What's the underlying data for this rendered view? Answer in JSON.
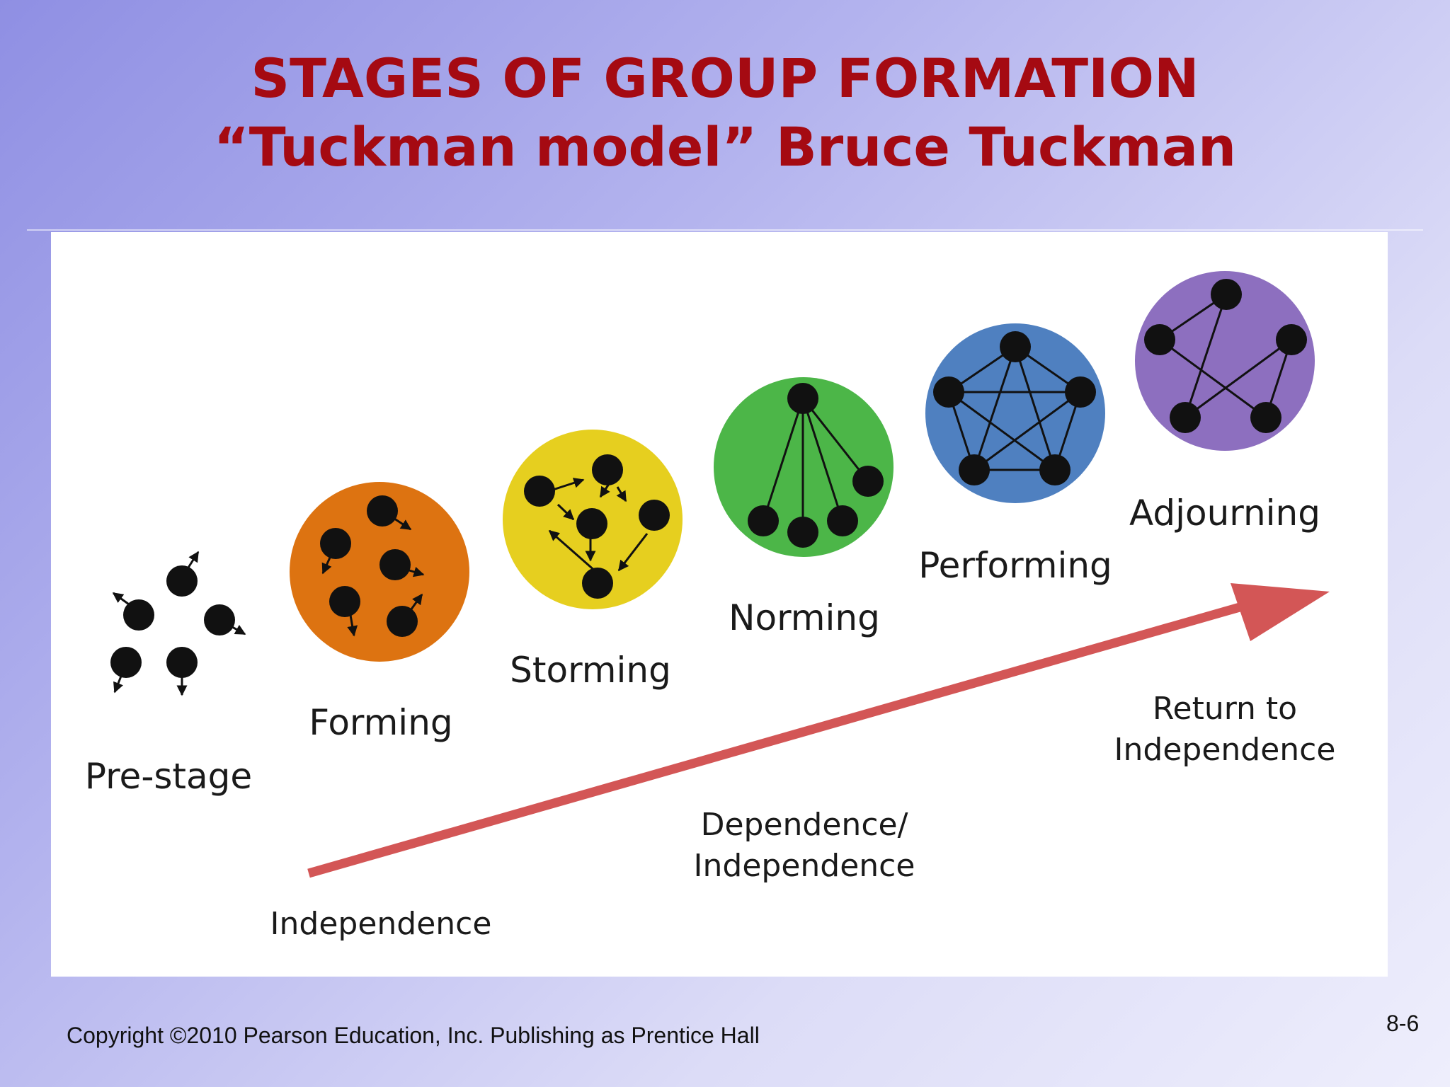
{
  "title": {
    "line1": "STAGES OF GROUP FORMATION",
    "line2": "“Tuckman model” Bruce Tuckman"
  },
  "diagram": {
    "stages": [
      {
        "label": "Pre-stage",
        "color": ""
      },
      {
        "label": "Forming",
        "color": "#dd7311"
      },
      {
        "label": "Storming",
        "color": "#e6cf1f"
      },
      {
        "label": "Norming",
        "color": "#4cb648"
      },
      {
        "label": "Performing",
        "color": "#4f80c0"
      },
      {
        "label": "Adjourning",
        "color": "#8d6fbf"
      }
    ],
    "arrow": {
      "color": "#d35656",
      "labels": {
        "start": "Independence",
        "middle_line1": "Dependence/",
        "middle_line2": "Independence",
        "end_line1": "Return to",
        "end_line2": "Independence"
      }
    }
  },
  "footer": {
    "copyright": "Copyright ©2010 Pearson Education, Inc. Publishing as Prentice Hall",
    "page": "8-6"
  }
}
